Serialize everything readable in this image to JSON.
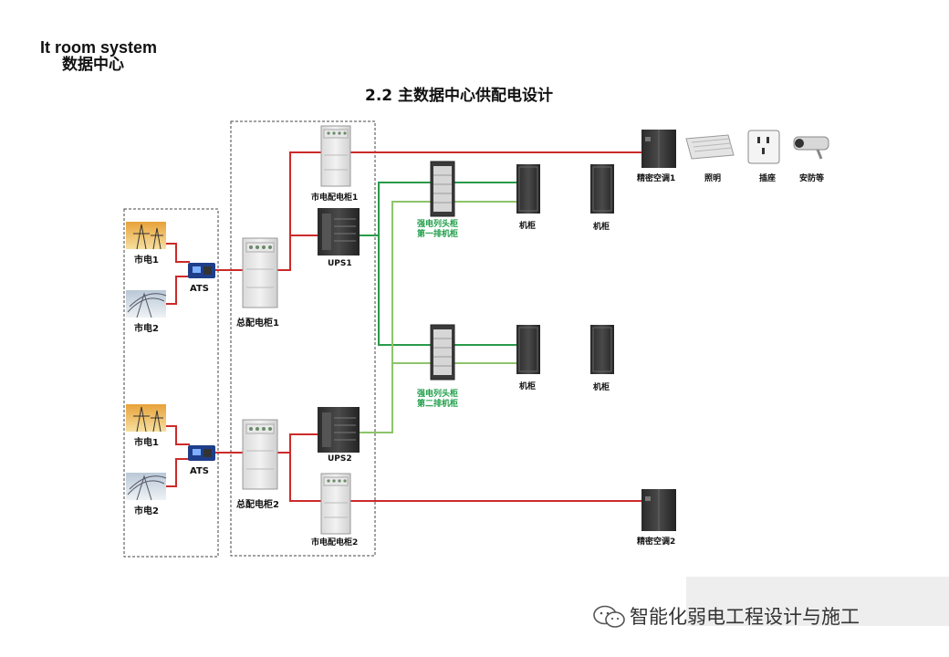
{
  "header": {
    "line1": "It room system",
    "line2": "数据中心"
  },
  "title": "2.2 主数据中心供配电设计",
  "sources": {
    "grid1_a": "市电1",
    "grid2_a": "市电2",
    "ats_a": "ATS",
    "grid1_b": "市电1",
    "grid2_b": "市电2",
    "ats_b": "ATS"
  },
  "distribution": {
    "main1": "总配电柜1",
    "main2": "总配电柜2",
    "city1": "市电配电柜1",
    "city2": "市电配电柜2",
    "ups1": "UPS1",
    "ups2": "UPS2"
  },
  "rows": {
    "head1_line1": "强电列头柜",
    "head1_line2": "第一排机柜",
    "head2_line1": "强电列头柜",
    "head2_line2": "第二排机柜",
    "rack_r1a": "机柜",
    "rack_r1b": "机柜",
    "rack_r2a": "机柜",
    "rack_r2b": "机柜"
  },
  "loads": {
    "ac1": "精密空调1",
    "lighting": "照明",
    "socket": "插座",
    "security": "安防等",
    "ac2": "精密空调2"
  },
  "watermark": "智能化弱电工程设计与施工",
  "colors": {
    "power": "#cc2a2a",
    "ups_line": "#2a9a4a",
    "ups_line_light": "#8dc46a"
  }
}
